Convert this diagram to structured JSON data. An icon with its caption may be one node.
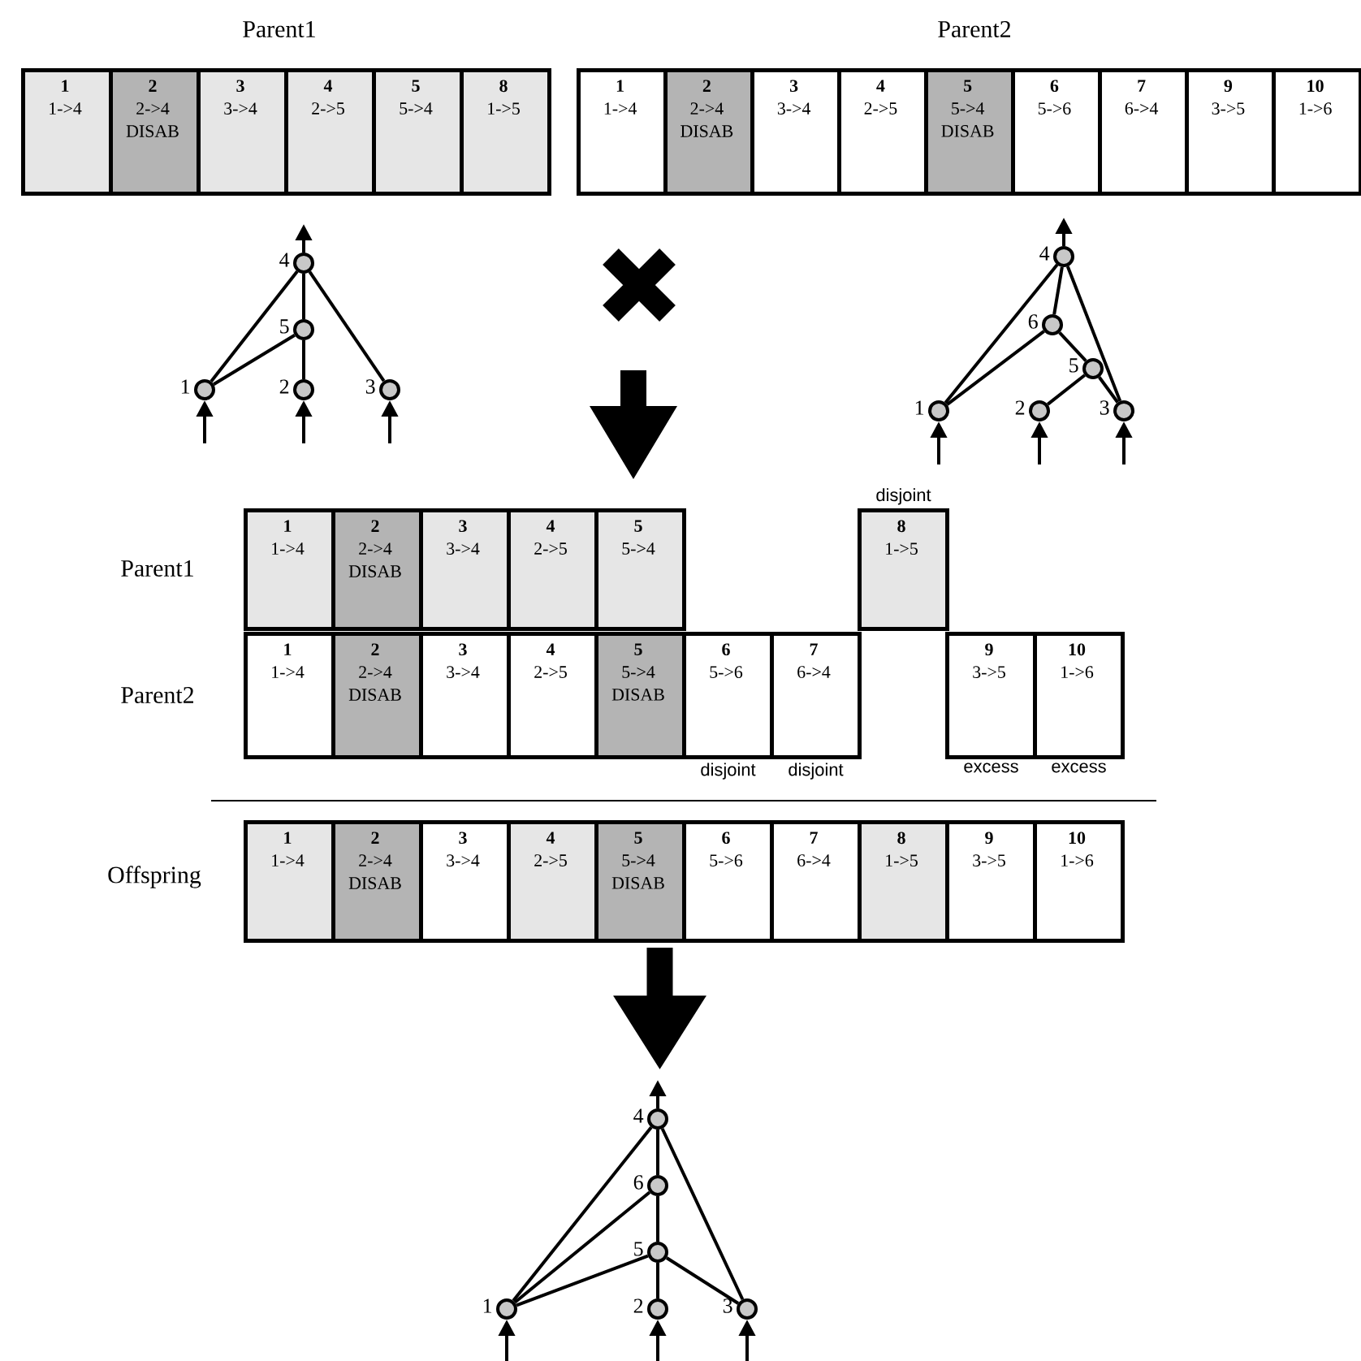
{
  "diagram": {
    "nodes": [
      {
        "text": [
          "1",
          "1->4"
        ]
      },
      {
        "text": [
          "2",
          "2->4",
          "DISAB"
        ]
      },
      {
        "text": [
          "3",
          "3->4"
        ]
      },
      {
        "text": [
          "4",
          "2->5"
        ]
      },
      {
        "text": [
          "5",
          "5->4"
        ]
      },
      {
        "text": [
          "8",
          "1->5"
        ]
      },
      {
        "text": [
          "1",
          "1->4"
        ]
      },
      {
        "text": [
          "2",
          "2->4",
          "DISAB"
        ]
      },
      {
        "text": [
          "3",
          "3->4"
        ]
      },
      {
        "text": [
          "4",
          "2->5"
        ]
      },
      {
        "text": [
          "5",
          "5->4",
          "DISAB"
        ]
      },
      {
        "text": [
          "6",
          "5->6"
        ]
      },
      {
        "text": [
          "7",
          "6->4"
        ]
      },
      {
        "text": [
          "9",
          "3->5"
        ]
      },
      {
        "text": [
          "10",
          "1->6"
        ]
      },
      {
        "text": [],
        "shape": "circle",
        "beside": [
          "4"
        ]
      },
      {
        "text": [],
        "shape": "circle",
        "beside": [
          "5"
        ]
      },
      {
        "text": [],
        "shape": "circle",
        "beside": [
          "1"
        ]
      },
      {
        "text": [],
        "shape": "circle",
        "beside": [
          "2"
        ]
      },
      {
        "text": [],
        "shape": "circle",
        "beside": [
          "3"
        ]
      },
      {
        "text": [],
        "shape": "circle",
        "beside": [
          "4"
        ]
      },
      {
        "text": [],
        "shape": "circle",
        "beside": [
          "6"
        ]
      },
      {
        "text": [],
        "shape": "circle",
        "beside": [
          "5"
        ]
      },
      {
        "text": [],
        "shape": "circle",
        "beside": [
          "1"
        ]
      },
      {
        "text": [],
        "shape": "circle",
        "beside": [
          "2"
        ]
      },
      {
        "text": [],
        "shape": "circle",
        "beside": [
          "3"
        ]
      },
      {
        "text": [
          "1",
          "1->4"
        ]
      },
      {
        "text": [
          "2",
          "2->4",
          "DISAB"
        ]
      },
      {
        "text": [
          "3",
          "3->4"
        ]
      },
      {
        "text": [
          "4",
          "2->5"
        ]
      },
      {
        "text": [
          "5",
          "5->4"
        ]
      },
      {
        "text": [
          "8",
          "1->5"
        ],
        "beside": [
          "disjoint"
        ]
      },
      {
        "text": [
          "1",
          "1->4"
        ]
      },
      {
        "text": [
          "2",
          "2->4",
          "DISAB"
        ]
      },
      {
        "text": [
          "3",
          "3->4"
        ]
      },
      {
        "text": [
          "4",
          "2->5"
        ]
      },
      {
        "text": [
          "5",
          "5->4",
          "DISAB"
        ]
      },
      {
        "text": [
          "6",
          "5->6"
        ],
        "beside": [
          "disjoint"
        ]
      },
      {
        "text": [
          "7",
          "6->4"
        ],
        "beside": [
          "disjoint"
        ]
      },
      {
        "text": [
          "9",
          "3->5"
        ],
        "beside": [
          "excess"
        ]
      },
      {
        "text": [
          "10",
          "1->6"
        ],
        "beside": [
          "excess"
        ]
      },
      {
        "text": [
          "1",
          "1->4"
        ]
      },
      {
        "text": [
          "2",
          "2->4",
          "DISAB"
        ]
      },
      {
        "text": [
          "3",
          "3->4"
        ]
      },
      {
        "text": [
          "4",
          "2->5"
        ]
      },
      {
        "text": [
          "5",
          "5->4",
          "DISAB"
        ]
      },
      {
        "text": [
          "6",
          "5->6"
        ]
      },
      {
        "text": [
          "7",
          "6->4"
        ]
      },
      {
        "text": [
          "8",
          "1->5"
        ]
      },
      {
        "text": [
          "9",
          "3->5"
        ]
      },
      {
        "text": [
          "10",
          "1->6"
        ]
      },
      {
        "text": [],
        "shape": "picture"
      },
      {
        "text": [],
        "shape": "circle",
        "beside": [
          "4"
        ],
        "in": 51
      },
      {
        "text": [],
        "shape": "circle",
        "beside": [
          "6"
        ],
        "in": 51
      },
      {
        "text": [],
        "shape": "circle",
        "beside": [
          "5"
        ],
        "in": 51
      },
      {
        "text": [],
        "shape": "circle",
        "beside": [
          "1"
        ],
        "in": 51
      },
      {
        "text": [],
        "shape": "circle",
        "beside": [
          "2"
        ],
        "in": 51
      },
      {
        "text": [],
        "shape": "circle",
        "beside": [
          "3"
        ],
        "in": 51
      }
    ],
    "edges": [
      {
        "from": 17,
        "to": 15,
        "arrow": "none"
      },
      {
        "from": 17,
        "to": 16,
        "arrow": "none"
      },
      {
        "from": 16,
        "to": 15,
        "arrow": "none"
      },
      {
        "from": 18,
        "to": 16,
        "arrow": "none"
      },
      {
        "from": 19,
        "to": 15,
        "arrow": "none"
      },
      {
        "from": null,
        "to": 17,
        "arrow": "to"
      },
      {
        "from": null,
        "to": 18,
        "arrow": "to"
      },
      {
        "from": null,
        "to": 19,
        "arrow": "to"
      },
      {
        "from": 15,
        "to": null,
        "arrow": "to"
      },
      {
        "from": 23,
        "to": 20,
        "arrow": "none"
      },
      {
        "from": 23,
        "to": 21,
        "arrow": "none"
      },
      {
        "from": 21,
        "to": 20,
        "arrow": "none"
      },
      {
        "from": 22,
        "to": 21,
        "arrow": "none"
      },
      {
        "from": 24,
        "to": 22,
        "arrow": "none"
      },
      {
        "from": 25,
        "to": 22,
        "arrow": "none"
      },
      {
        "from": 25,
        "to": 20,
        "arrow": "none"
      },
      {
        "from": null,
        "to": 23,
        "arrow": "to"
      },
      {
        "from": null,
        "to": 24,
        "arrow": "to"
      },
      {
        "from": null,
        "to": 25,
        "arrow": "to"
      },
      {
        "from": 20,
        "to": null,
        "arrow": "to"
      },
      {
        "from": 55,
        "to": 52,
        "arrow": "none"
      },
      {
        "from": 55,
        "to": 53,
        "arrow": "none"
      },
      {
        "from": 55,
        "to": 54,
        "arrow": "none"
      },
      {
        "from": 53,
        "to": 52,
        "arrow": "none"
      },
      {
        "from": 54,
        "to": 53,
        "arrow": "none"
      },
      {
        "from": 56,
        "to": 54,
        "arrow": "none"
      },
      {
        "from": 57,
        "to": 54,
        "arrow": "none"
      },
      {
        "from": 57,
        "to": 52,
        "arrow": "none"
      },
      {
        "from": null,
        "to": 55,
        "arrow": "to"
      },
      {
        "from": null,
        "to": 56,
        "arrow": "to"
      },
      {
        "from": null,
        "to": 57,
        "arrow": "to"
      },
      {
        "from": 52,
        "to": null,
        "arrow": "to"
      },
      {
        "from": 45,
        "to": 51,
        "arrow": "to",
        "style": "thick"
      }
    ],
    "labels": [
      "Parent1",
      "Parent2",
      "Parent1",
      "Parent2",
      "Offspring"
    ]
  }
}
